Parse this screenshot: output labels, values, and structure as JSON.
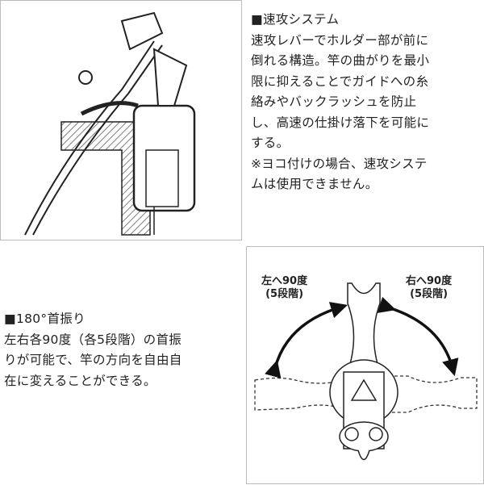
{
  "section_quick": {
    "heading": "■速攻システム",
    "lines": [
      "速攻レバーでホルダー部が前に",
      "倒れる構造。竿の曲がりを最小",
      "限に抑えることでガイドへの糸",
      "絡みやバックラッシュを防止",
      "し、高速の仕掛け落下を可能に",
      "する。",
      "※ヨコ付けの場合、速攻システ",
      "ムは使用できません。"
    ]
  },
  "section_swivel": {
    "heading": "■180°首振り",
    "lines": [
      "左右各90度（各5段階）の首振",
      "りが可能で、竿の方向を自由自",
      "在に変えることができる。"
    ]
  },
  "diagram": {
    "left_label": "左へ90度",
    "left_sub": "(5段階)",
    "right_label": "右へ90度",
    "right_sub": "(5段階)"
  }
}
